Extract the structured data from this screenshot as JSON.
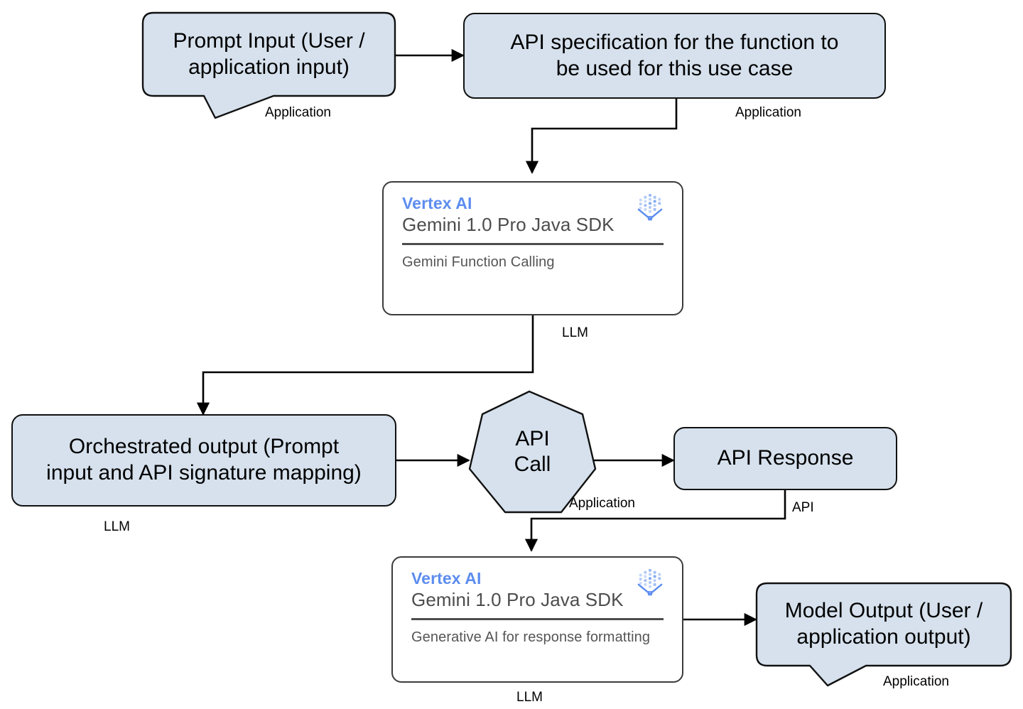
{
  "diagram": {
    "title": "Gemini Function Calling architecture flow",
    "colors": {
      "box_fill": "#d6e1ed",
      "box_stroke": "#111111",
      "card_stroke": "#3c3c3c",
      "brand_blue": "#5d8def",
      "card_text": "#4d4d4d",
      "connector": "#000000",
      "background": "#ffffff"
    }
  },
  "nodes": {
    "prompt_input": {
      "line1": "Prompt Input (User /",
      "line2": "application input)",
      "annotation": "Application"
    },
    "api_spec": {
      "line1": "API specification for the function to",
      "line2": "be used for this use case",
      "annotation": "Application"
    },
    "vertex_card_1": {
      "brand": "Vertex AI",
      "title": "Gemini 1.0 Pro Java SDK",
      "subtitle": "Gemini Function Calling",
      "icon": "vertex-ai-icon",
      "annotation": "LLM"
    },
    "orchestrated_output": {
      "line1": "Orchestrated output (Prompt",
      "line2": "input and API signature mapping)",
      "annotation": "LLM"
    },
    "api_call": {
      "line1": "API",
      "line2": "Call",
      "annotation": "Application"
    },
    "api_response": {
      "line1": "API Response",
      "annotation": "API"
    },
    "vertex_card_2": {
      "brand": "Vertex AI",
      "title": "Gemini 1.0 Pro Java SDK",
      "subtitle": "Generative AI for response formatting",
      "icon": "vertex-ai-icon",
      "annotation": "LLM"
    },
    "model_output": {
      "line1": "Model Output (User /",
      "line2": "application output)",
      "annotation": "Application"
    }
  },
  "connectors": [
    {
      "name": "prompt-input-to-api-spec",
      "from": "prompt_input",
      "to": "api_spec"
    },
    {
      "name": "api-spec-to-vertex-card-1",
      "from": "api_spec",
      "to": "vertex_card_1"
    },
    {
      "name": "vertex-card-1-to-orchestrated",
      "from": "vertex_card_1",
      "to": "orchestrated_output"
    },
    {
      "name": "orchestrated-to-api-call",
      "from": "orchestrated_output",
      "to": "api_call"
    },
    {
      "name": "api-call-to-api-response",
      "from": "api_call",
      "to": "api_response"
    },
    {
      "name": "api-response-to-vertex-card-2",
      "from": "api_response",
      "to": "vertex_card_2"
    },
    {
      "name": "vertex-card-2-to-model-output",
      "from": "vertex_card_2",
      "to": "model_output"
    }
  ]
}
